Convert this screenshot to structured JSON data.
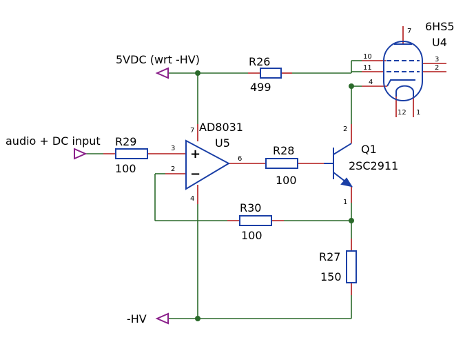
{
  "colors": {
    "wire": "#2a6a2a",
    "lead": "#b01616",
    "component": "#1a3fa6",
    "port": "#8a1f8a",
    "text": "#000000"
  },
  "ports": {
    "supply": "5VDC (wrt -HV)",
    "input": "audio + DC input",
    "hv": "-HV"
  },
  "components": {
    "R26": {
      "ref": "R26",
      "value": "499"
    },
    "R28": {
      "ref": "R28",
      "value": "100"
    },
    "R29": {
      "ref": "R29",
      "value": "100"
    },
    "R30": {
      "ref": "R30",
      "value": "100"
    },
    "R27": {
      "ref": "R27",
      "value": "150"
    },
    "U5": {
      "part": "AD8031",
      "ref": "U5",
      "pin_plus": "3",
      "pin_minus": "2",
      "pin_out": "6",
      "pin_vp": "7",
      "pin_vn": "4",
      "sym_plus": "+",
      "sym_minus": "−"
    },
    "Q1": {
      "ref": "Q1",
      "part": "2SC2911",
      "pin_c": "2",
      "pin_e": "1"
    },
    "U4": {
      "part": "6HS5",
      "ref": "U4",
      "pin_top": "7",
      "pin_10": "10",
      "pin_11": "11",
      "pin_4": "4",
      "pin_3": "3",
      "pin_2": "2",
      "pin_12": "12",
      "pin_1": "1"
    }
  }
}
